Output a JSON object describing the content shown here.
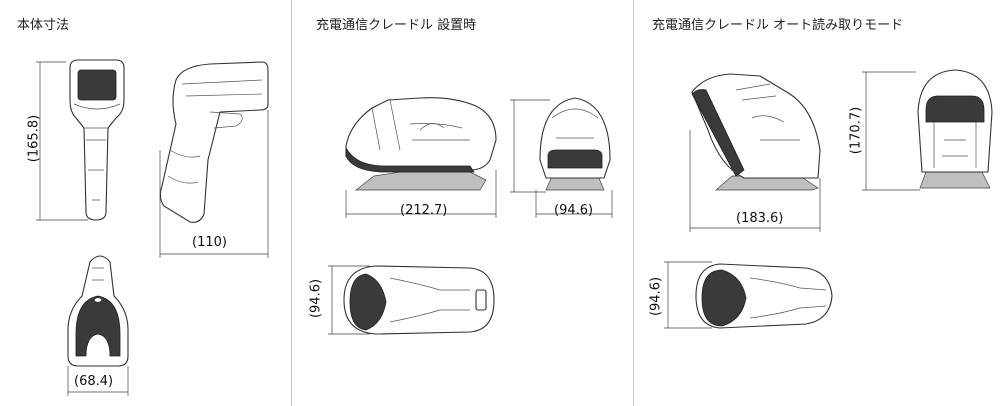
{
  "sections": [
    {
      "title": "本体寸法"
    },
    {
      "title": "充電通信クレードル 設置時"
    },
    {
      "title": "充電通信クレードル オート読み取りモード"
    }
  ],
  "dimensions": {
    "scanner_height": "(165.8)",
    "scanner_depth": "(110)",
    "scanner_width": "(68.4)",
    "cradle_depth": "(212.7)",
    "cradle_width": "(94.6)",
    "cradle_top_width": "(94.6)",
    "auto_height": "(170.7)",
    "auto_depth": "(183.6)",
    "auto_top_width": "(94.6)"
  }
}
